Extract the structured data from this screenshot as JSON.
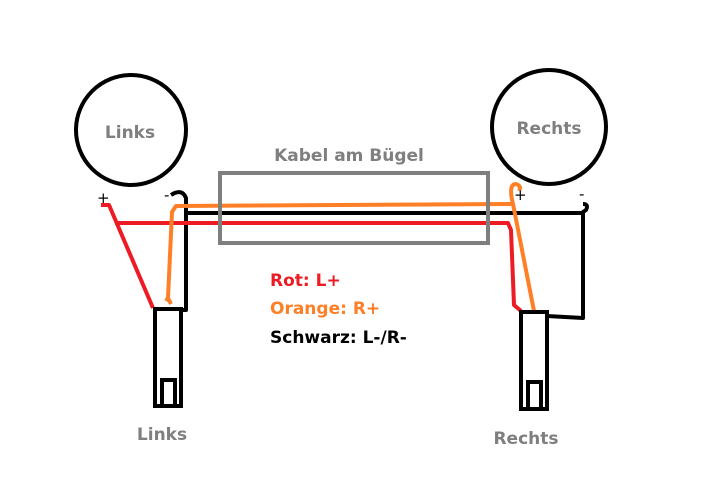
{
  "circles": {
    "left_label": "Links",
    "right_label": "Rechts"
  },
  "cable_box": {
    "title": "Kabel am Bügel"
  },
  "legend": [
    {
      "text": "Rot: L+",
      "color": "#ed1c24"
    },
    {
      "text": "Orange: R+",
      "color": "#ff7f27"
    },
    {
      "text": "Schwarz: L-/R-",
      "color": "#000000"
    }
  ],
  "plugs": {
    "left_label": "Links",
    "right_label": "Rechts"
  },
  "terminals": {
    "plus": "+",
    "minus": "-"
  },
  "colors": {
    "gray": "#7f7f7f",
    "red": "#ed1c24",
    "orange": "#ff7f27",
    "black": "#000000"
  }
}
